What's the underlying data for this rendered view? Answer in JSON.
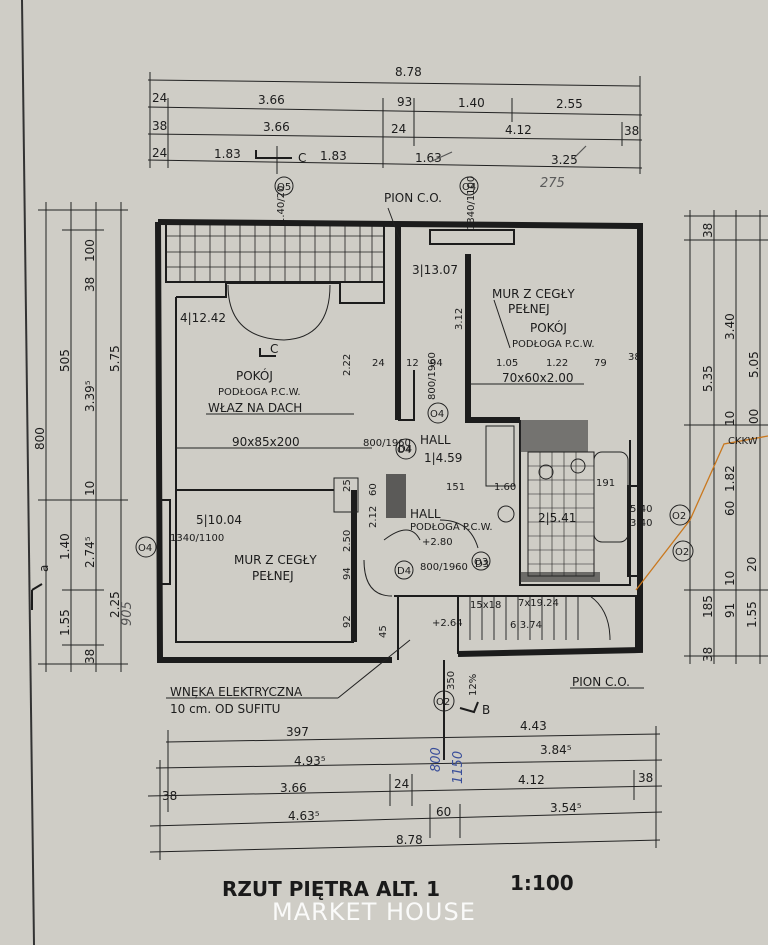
{
  "title": "RZUT PIĘTRA ALT. 1",
  "scale": "1:100",
  "watermark": "MARKET HOUSE",
  "top_dims": {
    "row1": [
      "8.78"
    ],
    "row2": [
      "24",
      "3.66",
      "93",
      "1.40",
      "2.55"
    ],
    "row3": [
      "38",
      "3.66",
      "24",
      "4.12",
      "38"
    ],
    "row4": [
      "24",
      "1.83",
      "1.83",
      "1.63",
      "3.25"
    ],
    "handwritten": "275"
  },
  "bottom_dims": {
    "row1": [
      "397",
      "4.43"
    ],
    "row2": [
      "4.93⁵",
      "3.84⁵"
    ],
    "row3": [
      "38",
      "3.66",
      "24",
      "4.12",
      "38"
    ],
    "row4": [
      "4.63⁵",
      "60",
      "3.54⁵"
    ],
    "row5": [
      "8.78"
    ],
    "handwritten": [
      "800",
      "1150"
    ]
  },
  "left_dims": [
    "800",
    "505",
    "3.39⁵",
    "5.75",
    "38",
    "100",
    "1.40",
    "2.74⁵",
    "10",
    "1.55",
    "38",
    "2.25",
    "905"
  ],
  "right_dims": [
    "38",
    "3.40",
    "5.35",
    "5.05",
    "10",
    "1.82",
    "60",
    "20",
    "10",
    "1.55",
    "91",
    "185",
    "38",
    "00"
  ],
  "section_marks": {
    "c_top": "C",
    "c_room": "C",
    "b_bottom": "B",
    "a_left": "a"
  },
  "axes": [
    "O5",
    "O4",
    "O4",
    "O2",
    "O2",
    "O2",
    "O3",
    "O4",
    "O4"
  ],
  "labels": {
    "pion_top": "PION C.O.",
    "pion_bottom": "PION C.O.",
    "room1_area": "4|12.42",
    "room1_name": "POKÓJ",
    "room1_floor": "PODŁOGA P.C.W.",
    "room1_hatch": "WŁAZ NA DACH",
    "room1_door": "90x85x200",
    "room2_area": "3|13.07",
    "room2_wall1": "MUR Z CEGŁY",
    "room2_wall2": "PEŁNEJ",
    "room2_name": "POKÓJ",
    "room2_floor": "PODŁOGA P.C.W.",
    "room2_window": "70x60x2.00",
    "room3_area": "5|10.04",
    "room3_wall1": "MUR Z CEGŁY",
    "room3_wall2": "PEŁNEJ",
    "hall1_name": "HALL",
    "hall1_area": "1|4.59",
    "hall2_name": "HALL",
    "hall2_floor": "PODŁOGA P.C.W.",
    "hall2_level": "+2.80",
    "bath_area": "2|5.41",
    "stairs_steps": "15x18",
    "stairs_size": "7x19.24",
    "stairs_area": "6|3.74",
    "level_264": "+2.64",
    "niche1": "WNĘKA ELEKTRYCZNA",
    "niche2": "10 cm. OD SUFITU",
    "d4": "D4",
    "d3": "D3",
    "d4c": "D4",
    "door1": "800/1960",
    "door2": "800/1960",
    "door3": "800/1960",
    "win_left": "1340/1100",
    "win_top": "1340/1100",
    "win_room2": "1.40/20",
    "misc_212": "2.12",
    "misc_312": "3.12",
    "misc_222": "2.22",
    "misc_151": "151",
    "misc_160": "1.60",
    "misc_191": "191",
    "misc_105": "1.05",
    "misc_122": "1.22",
    "misc_79": "79",
    "misc_94": "94",
    "misc_24": "24",
    "misc_12": "12",
    "misc_38": "38",
    "misc_92": "92",
    "misc_45": "45",
    "misc_94b": "94",
    "misc_250": "2.50",
    "misc_60b": "60",
    "misc_25": "25",
    "misc_340b": "3|40",
    "misc_540": "5|40",
    "misc_12pct": "12%",
    "misc_250b": "350",
    "misc_ckkw": "CKKW"
  },
  "colors": {
    "paper": "#cfcdc6",
    "ink": "#1c1c1c",
    "pen_blue": "#3a4f9a",
    "pen_orange": "#c9781f"
  }
}
